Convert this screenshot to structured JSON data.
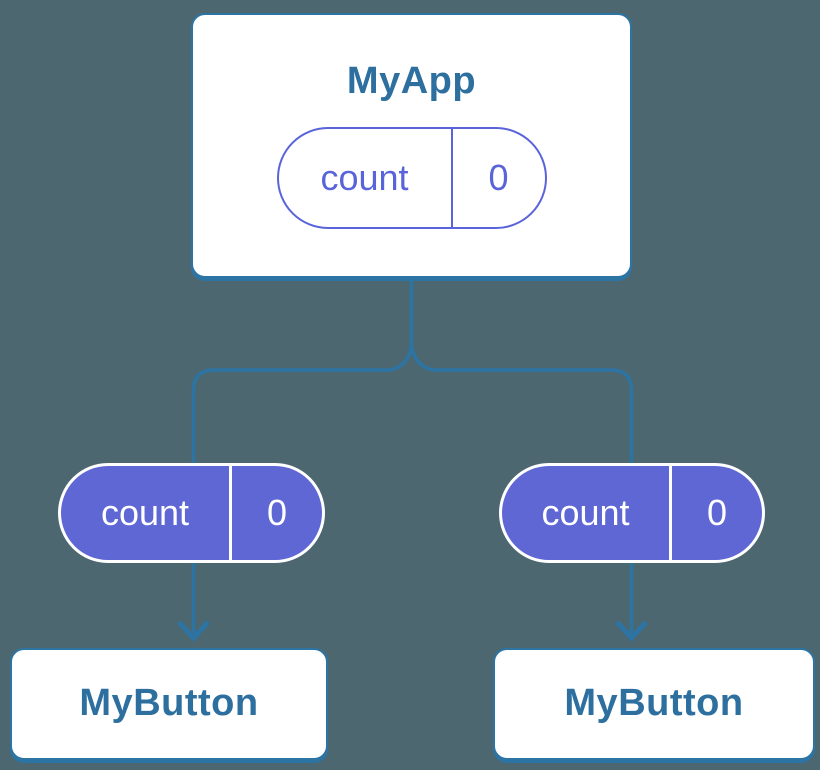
{
  "colors": {
    "background": "#4C6770",
    "connector": "#2C74A4",
    "card_border": "#2C74A4",
    "card_fill": "#FFFFFF",
    "card_title": "#2D6F9E",
    "state_outline": "#5A64DA",
    "prop_fill": "#5E67D4",
    "prop_text": "#FFFFFF"
  },
  "tree": {
    "root": {
      "title": "MyApp",
      "state_pill": {
        "name": "count",
        "value": "0"
      }
    },
    "children": [
      {
        "title": "MyButton",
        "prop_pill": {
          "name": "count",
          "value": "0"
        }
      },
      {
        "title": "MyButton",
        "prop_pill": {
          "name": "count",
          "value": "0"
        }
      }
    ]
  }
}
